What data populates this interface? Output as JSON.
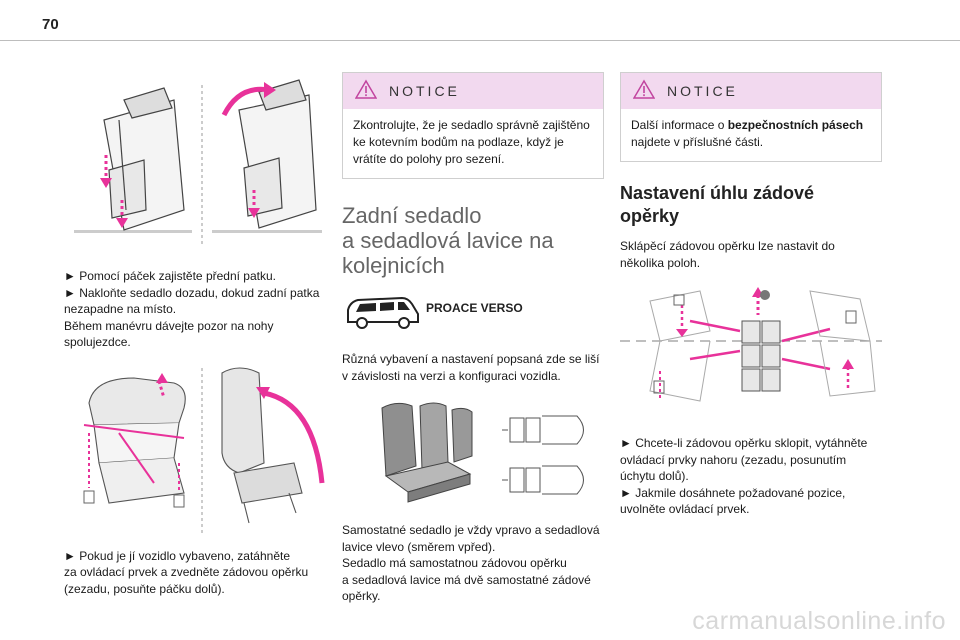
{
  "page": {
    "number": "70"
  },
  "col1": {
    "fig1_text": [
      "► Pomocí páček zajistěte přední patku.",
      "► Nakloňte sedadlo dozadu, dokud zadní patka",
      "nezapadne na místo.",
      "Během manévru dávejte pozor na nohy",
      "spolujezdce."
    ],
    "fig2_text": [
      "► Pokud je jí vozidlo vybaveno, zatáhněte",
      "za ovládací prvek a zvedněte zádovou opěrku",
      "(zezadu, posuňte páčku dolů)."
    ]
  },
  "col2": {
    "notice": {
      "title": "NOTICE",
      "lines": [
        "Zkontrolujte, že je sedadlo správně zajištěno",
        "ke kotevním bodům na podlaze, když je",
        "vrátíte do polohy pro sezení."
      ]
    },
    "section_title": [
      "Zadní sedadlo",
      "a sedadlová lavice na",
      "kolejnicích"
    ],
    "model_label": "PROACE VERSO",
    "para1": [
      "Různá vybavení a nastavení popsaná zde se liší",
      "v závislosti na verzi a konfiguraci vozidla."
    ],
    "para2": [
      "Samostatné sedadlo je vždy vpravo a sedadlová",
      "lavice vlevo (směrem vpřed).",
      "Sedadlo má samostatnou zádovou opěrku",
      "a sedadlová lavice má dvě samostatné zádové",
      "opěrky."
    ]
  },
  "col3": {
    "notice": {
      "title": "NOTICE",
      "line1_pre": "Další informace o ",
      "line1_bold": "bezpečnostních pásech",
      "line2": "najdete v příslušné části."
    },
    "heading": [
      "Nastavení úhlu zádové",
      "opěrky"
    ],
    "intro": [
      "Sklápěcí zádovou opěrku lze nastavit do",
      "několika poloh."
    ],
    "steps": [
      "► Chcete-li zádovou opěrku sklopit, vytáhněte",
      "ovládací prvky nahoru (zezadu, posunutím",
      "úchytu dolů).",
      "► Jakmile dosáhnete požadované pozice,",
      "uvolněte ovládací prvek."
    ]
  },
  "watermark": "carmanualsonline.info",
  "colors": {
    "accent_magenta": "#e8329a",
    "notice_header_bg": "#f2d9ef",
    "drawing_grey": "#7a7a7a"
  }
}
